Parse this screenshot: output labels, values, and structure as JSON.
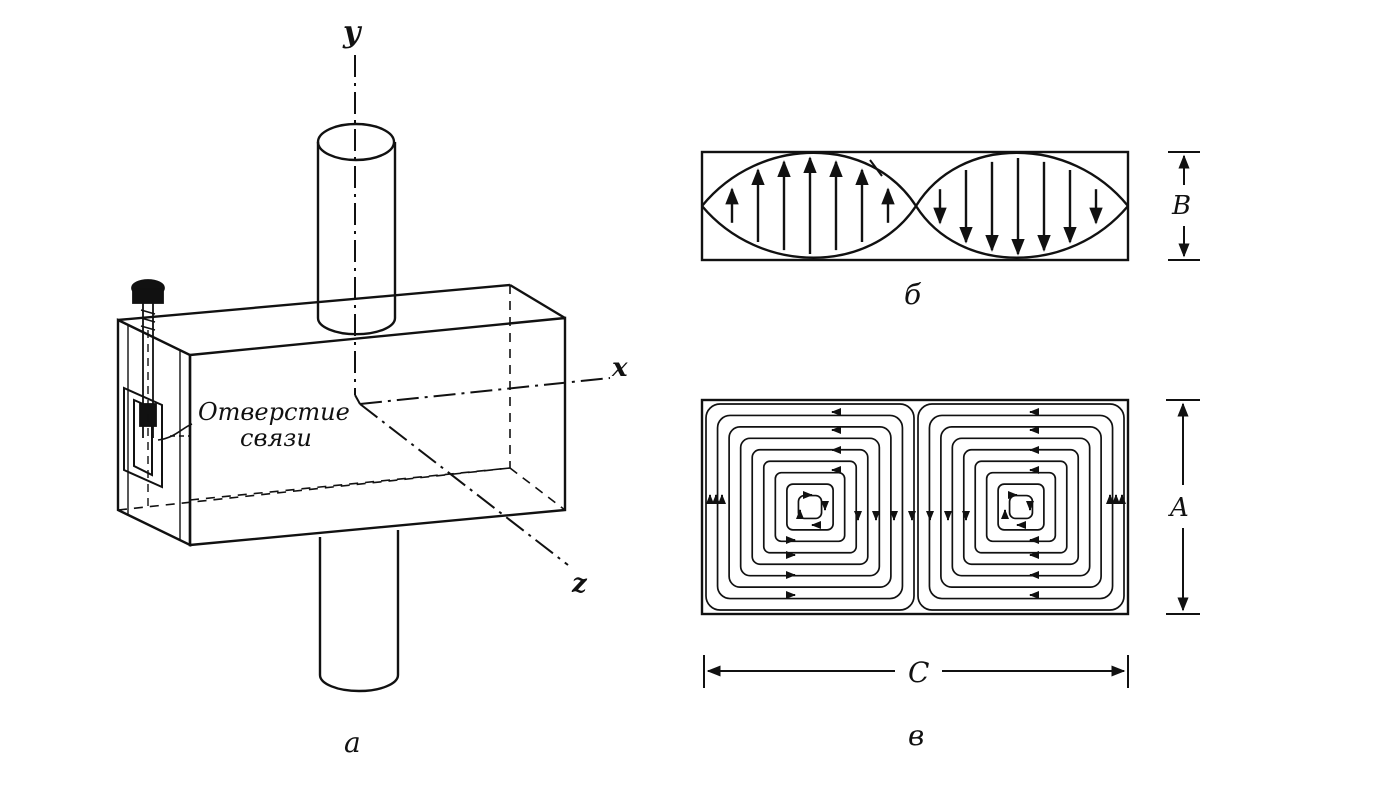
{
  "labels": {
    "axis_y": "y",
    "axis_x": "x",
    "axis_z": "z",
    "hole_line1": "Отверстие",
    "hole_line2": "связи",
    "fig_a": "a",
    "fig_b": "б",
    "fig_v": "в",
    "dim_b": "B",
    "dim_a": "A",
    "dim_c": "C"
  },
  "colors": {
    "ink": "#111111",
    "paper": "#ffffff"
  },
  "field_b": {
    "left_lobe_arrow_heights": [
      0.35,
      0.75,
      0.92,
      1.0,
      0.92,
      0.75,
      0.35
    ],
    "right_lobe_arrow_heights": [
      0.35,
      0.75,
      0.92,
      1.0,
      0.92,
      0.75,
      0.35
    ]
  },
  "field_v": {
    "loops_per_cell": 9
  }
}
